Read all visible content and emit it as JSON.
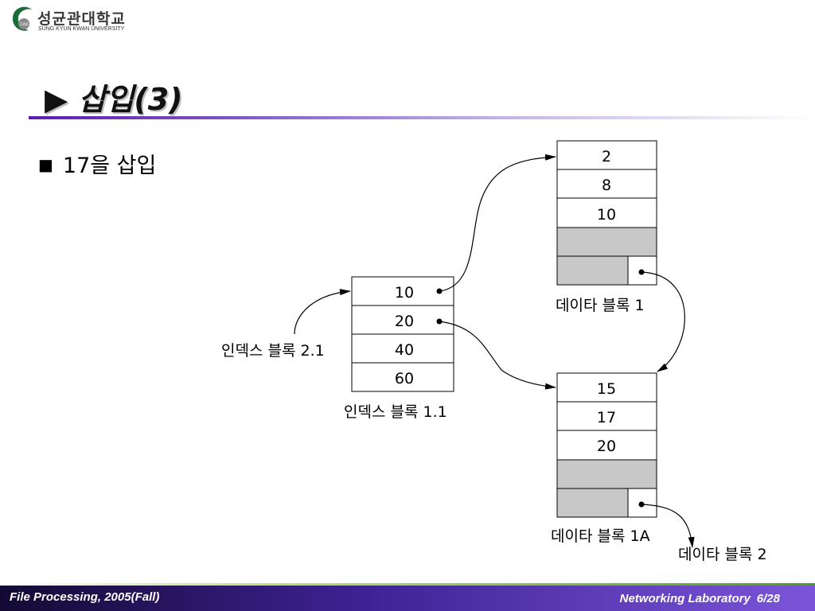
{
  "logo": {
    "name_ko": "성균관대학교",
    "name_en": "SUNG KYUN KWAN UNIVERSITY",
    "year": "1398"
  },
  "title": "▶ 삽입(3)",
  "bullet": {
    "mark": "■",
    "text": "17을 삽입"
  },
  "diagram": {
    "index_block_1_1": {
      "label": "인덱스 블록 1.1",
      "entries": [
        "10",
        "20",
        "40",
        "60"
      ]
    },
    "index_block_2_1": {
      "label": "인덱스 블록 2.1"
    },
    "data_block_1": {
      "label": "데이타 블록 1",
      "values": [
        "2",
        "8",
        "10"
      ]
    },
    "data_block_1A": {
      "label": "데이타 블록 1A",
      "values": [
        "15",
        "17",
        "20"
      ]
    },
    "data_block_2": {
      "label": "데이타 블록 2"
    }
  },
  "footer": {
    "course": "File Processing, 2005(Fall)",
    "lab": "Networking Laboratory",
    "page": "6/28"
  }
}
